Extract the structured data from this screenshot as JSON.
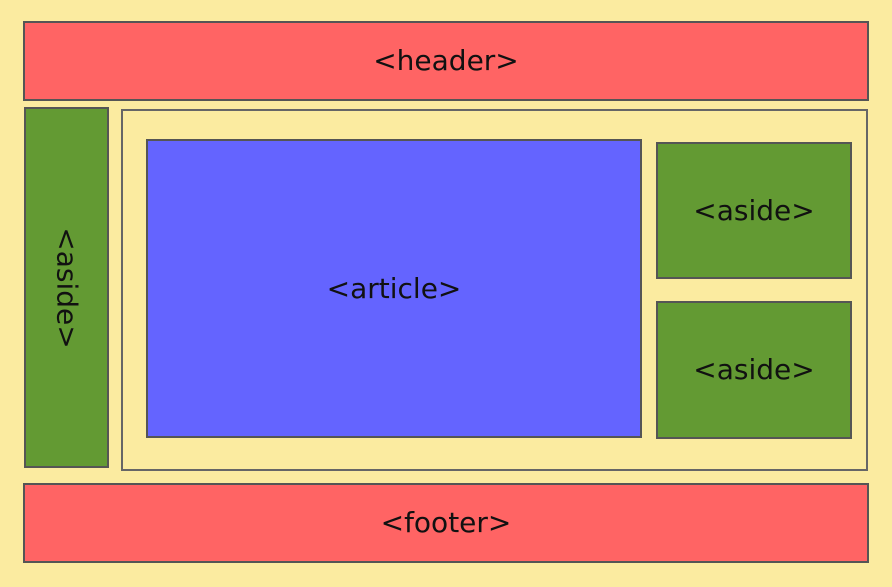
{
  "colors": {
    "background": "#FBEBA0",
    "header": "#FF6464",
    "footer": "#FF6464",
    "aside": "#639A33",
    "article": "#6464FF",
    "border": "#555555"
  },
  "labels": {
    "header": "<header>",
    "left_aside": "<aside>",
    "article": "<article>",
    "aside_top": "<aside>",
    "aside_bottom": "<aside>",
    "footer": "<footer>"
  }
}
